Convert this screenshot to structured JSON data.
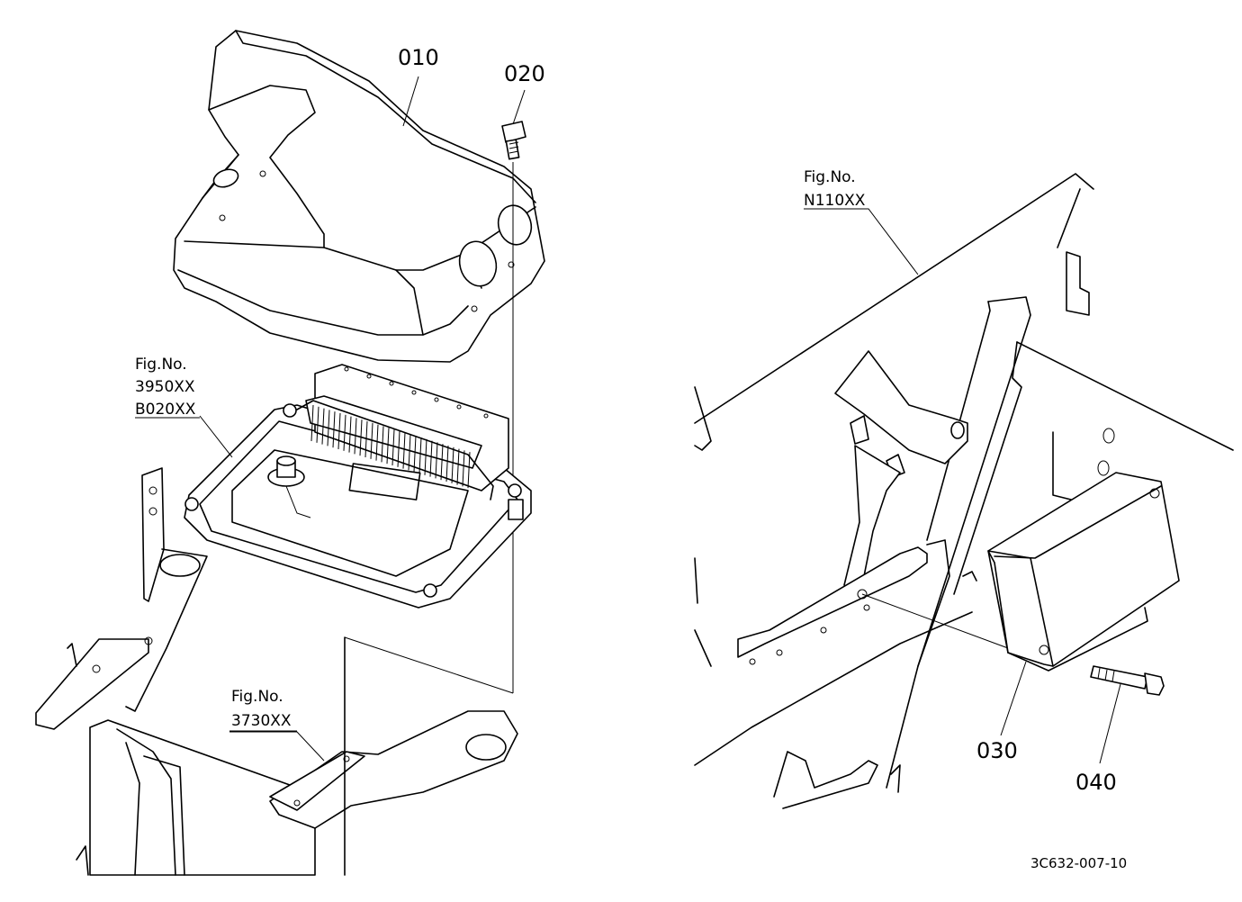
{
  "callouts": {
    "c010": "010",
    "c020": "020",
    "c030": "030",
    "c040": "040"
  },
  "figure_refs": {
    "ref_cover_frame": {
      "label": "Fig.No.",
      "numbers": [
        "3950XX",
        "B020XX"
      ]
    },
    "ref_lower_bracket": {
      "label": "Fig.No.",
      "number": "3730XX"
    },
    "ref_right_panel": {
      "label": "Fig.No.",
      "number": "N110XX"
    }
  },
  "drawing_number": "3C632-007-10"
}
